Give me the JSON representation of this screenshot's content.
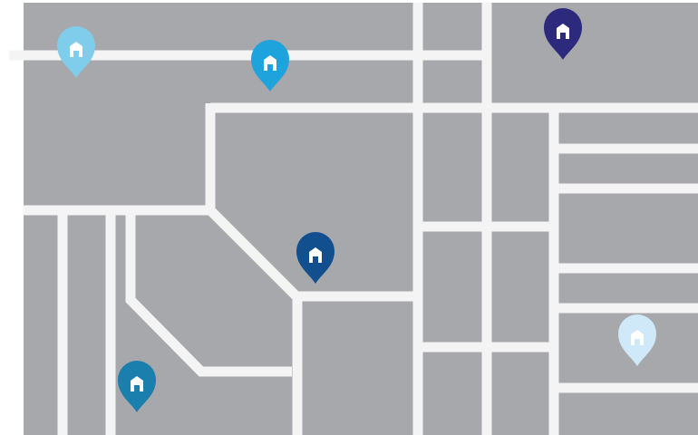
{
  "map": {
    "land_color": "#a7a8ac",
    "road_color": "#f4f4f5",
    "background_color": "#ffffff"
  },
  "pins": [
    {
      "id": "pin-1",
      "color": "#7fcdeb",
      "icon": "house-icon"
    },
    {
      "id": "pin-2",
      "color": "#1ea3dc",
      "icon": "house-icon"
    },
    {
      "id": "pin-3",
      "color": "#2d2a7e",
      "icon": "house-icon"
    },
    {
      "id": "pin-4",
      "color": "#124f8f",
      "icon": "house-icon"
    },
    {
      "id": "pin-5",
      "color": "#1a7fad",
      "icon": "house-icon"
    },
    {
      "id": "pin-6",
      "color": "#cfe9f8",
      "icon": "house-icon"
    }
  ]
}
